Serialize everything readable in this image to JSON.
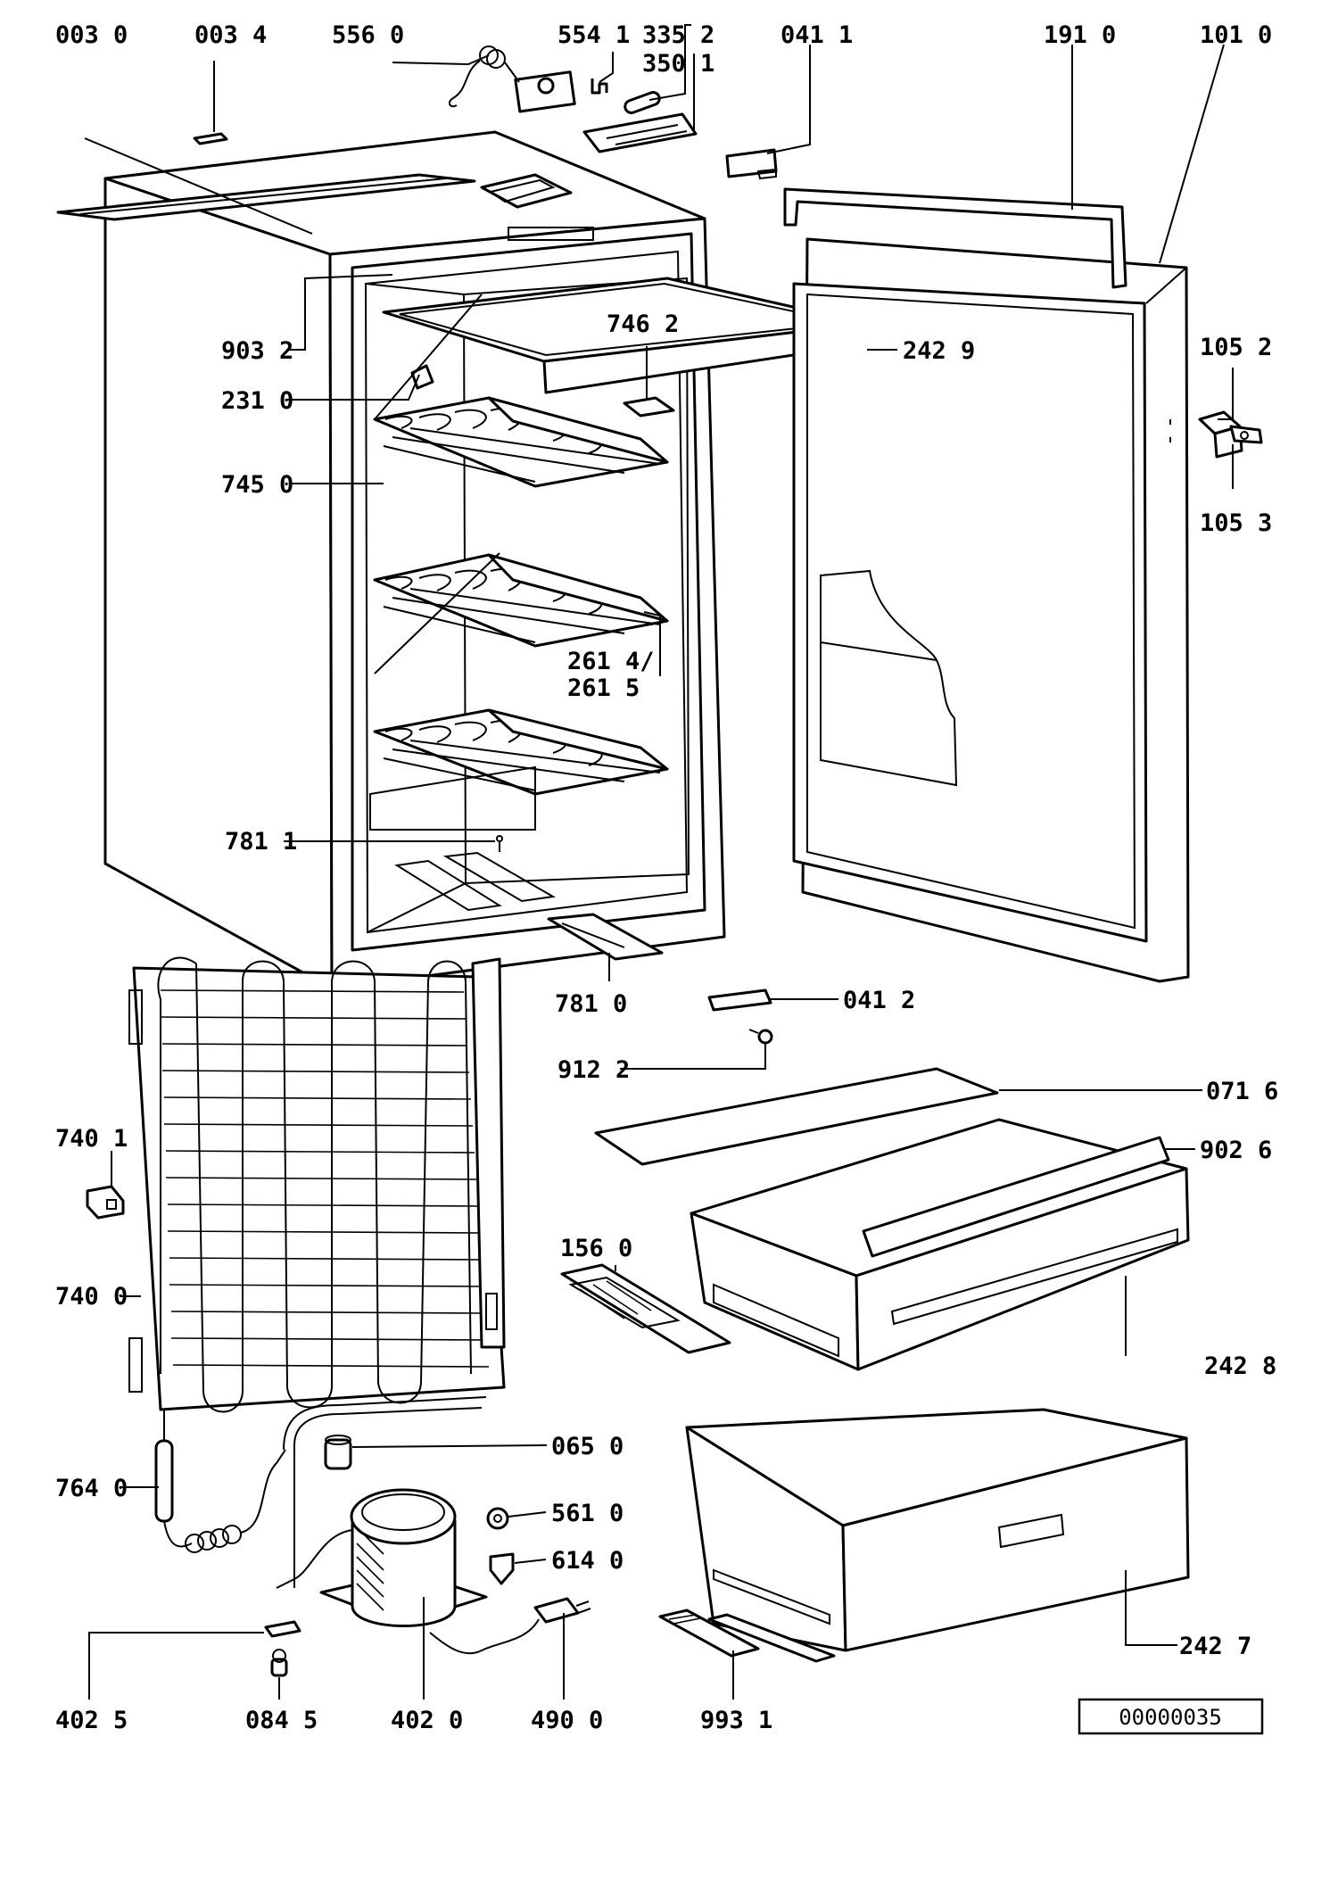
{
  "diagram_code": "00000035",
  "labels": [
    {
      "id": "p0030",
      "text": "003 0"
    },
    {
      "id": "p0034",
      "text": "003 4"
    },
    {
      "id": "p5560",
      "text": "556 0"
    },
    {
      "id": "p5541",
      "text": "554 1"
    },
    {
      "id": "p3352",
      "text": "335 2"
    },
    {
      "id": "p3501",
      "text": "350 1"
    },
    {
      "id": "p0411",
      "text": "041 1"
    },
    {
      "id": "p1910",
      "text": "191 0"
    },
    {
      "id": "p1010",
      "text": "101 0"
    },
    {
      "id": "p9032",
      "text": "903 2"
    },
    {
      "id": "p2310",
      "text": "231 0"
    },
    {
      "id": "p7462",
      "text": "746 2"
    },
    {
      "id": "p2429",
      "text": "242 9"
    },
    {
      "id": "p1052",
      "text": "105 2"
    },
    {
      "id": "p7450",
      "text": "745 0"
    },
    {
      "id": "p1053",
      "text": "105 3"
    },
    {
      "id": "p2614",
      "text": "261 4/"
    },
    {
      "id": "p2615",
      "text": "261 5"
    },
    {
      "id": "p7811",
      "text": "781 1"
    },
    {
      "id": "p7810",
      "text": "781 0"
    },
    {
      "id": "p0412",
      "text": "041 2"
    },
    {
      "id": "p9122",
      "text": "912 2"
    },
    {
      "id": "p0716",
      "text": "071 6"
    },
    {
      "id": "p7401",
      "text": "740 1"
    },
    {
      "id": "p9026",
      "text": "902 6"
    },
    {
      "id": "p1560",
      "text": "156 0"
    },
    {
      "id": "p7400",
      "text": "740 0"
    },
    {
      "id": "p2428",
      "text": "242 8"
    },
    {
      "id": "p0650",
      "text": "065 0"
    },
    {
      "id": "p7640",
      "text": "764 0"
    },
    {
      "id": "p5610",
      "text": "561 0"
    },
    {
      "id": "p6140",
      "text": "614 0"
    },
    {
      "id": "p2427",
      "text": "242 7"
    },
    {
      "id": "p4025",
      "text": "402 5"
    },
    {
      "id": "p0845",
      "text": "084 5"
    },
    {
      "id": "p4020",
      "text": "402 0"
    },
    {
      "id": "p4900",
      "text": "490 0"
    },
    {
      "id": "p9931",
      "text": "993 1"
    }
  ]
}
